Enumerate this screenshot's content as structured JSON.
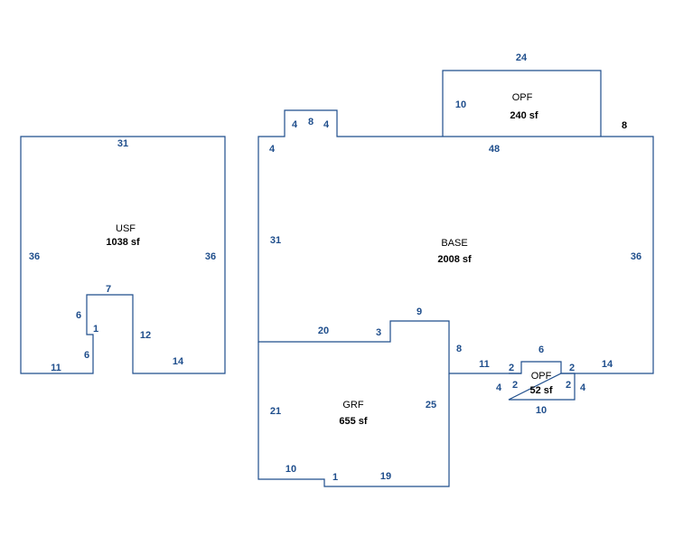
{
  "colors": {
    "outline": "#1f4e8c",
    "dimension_text": "#1f4e8c",
    "area_text": "#000000",
    "background": "#ffffff"
  },
  "usf": {
    "label": "USF",
    "area": "1038 sf",
    "dims": {
      "top": "31",
      "left": "36",
      "right": "36",
      "notch_top": "7",
      "notch_left_upper": "6",
      "notch_jog": "1",
      "notch_left_lower": "6",
      "notch_right": "12",
      "bottom_left": "11",
      "bottom_right": "14"
    }
  },
  "base": {
    "label": "BASE",
    "area": "2008 sf",
    "dims": {
      "top": "48",
      "left_upper": "4",
      "left": "31",
      "bump_left": "4",
      "bump_top": "8",
      "bump_right": "4",
      "top_right": "8",
      "right": "36",
      "bottom_left": "20",
      "step_height": "3",
      "step_top": "9",
      "step_right": "8",
      "bottom_mid": "11",
      "bottom_right": "14"
    }
  },
  "opf_top": {
    "label": "OPF",
    "area": "240 sf",
    "dims": {
      "top": "24",
      "left": "10"
    }
  },
  "opf_bottom": {
    "label": "OPF",
    "area": "52 sf",
    "dims": {
      "top": "6",
      "left_step": "2",
      "left_outer": "4",
      "left_inner": "2",
      "right_step": "2",
      "right_inner": "2",
      "right_outer": "4",
      "bottom": "10"
    }
  },
  "grf": {
    "label": "GRF",
    "area": "655 sf",
    "dims": {
      "left": "21",
      "right": "25",
      "bottom_left": "10",
      "jog": "1",
      "bottom_right": "19"
    }
  }
}
